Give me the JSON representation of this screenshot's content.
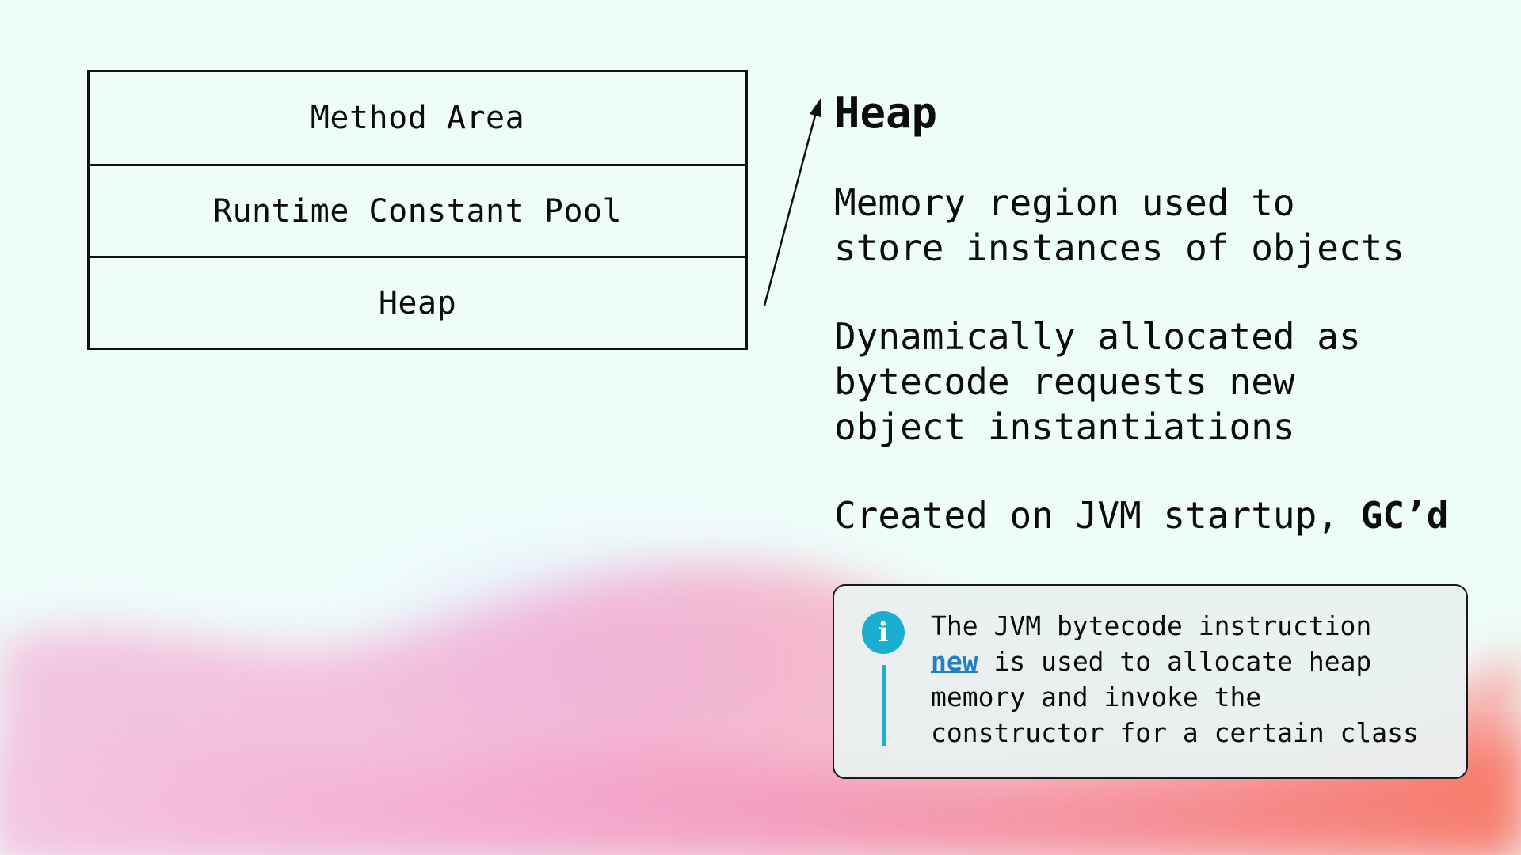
{
  "diagram": {
    "rows": [
      {
        "label": "Method Area"
      },
      {
        "label": "Runtime Constant Pool"
      },
      {
        "label": "Heap"
      }
    ]
  },
  "content": {
    "heading": "Heap",
    "paragraphs": [
      "Memory region used to\nstore instances of objects",
      "Dynamically allocated as\nbytecode requests new\nobject instantiations"
    ],
    "startup_text": "Created on JVM startup, ",
    "startup_bold": "GC’d"
  },
  "info": {
    "icon": "info-icon",
    "line1": "The JVM bytecode instruction",
    "code": "new",
    "line2_rest": " is used to allocate heap",
    "line3": "memory and invoke the",
    "line4": "constructor for a certain class"
  },
  "colors": {
    "background": "#eefcfa",
    "accent": "#1aaed0",
    "link": "#1f7fc8",
    "text": "#0c0c0c"
  }
}
